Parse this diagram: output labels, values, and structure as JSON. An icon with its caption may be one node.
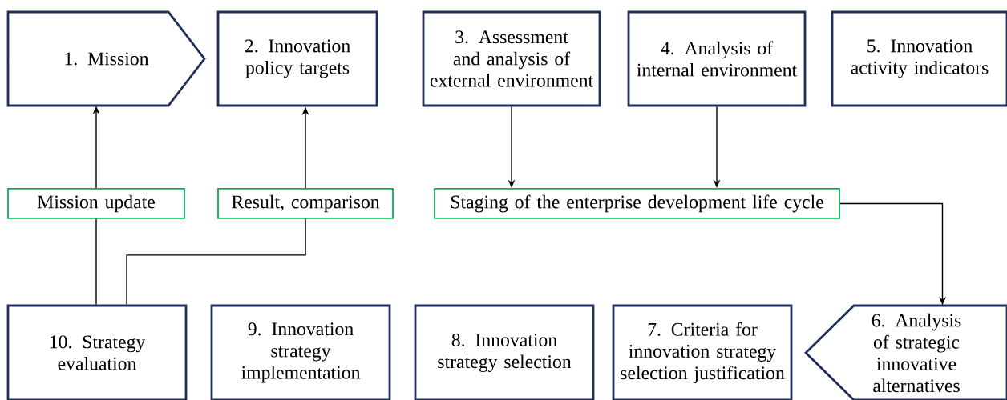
{
  "diagram": {
    "nodes": [
      {
        "text": [
          "1. Mission"
        ]
      },
      {
        "text": [
          "2. Innovation policy targets"
        ]
      },
      {
        "text": [
          "3. Assessment and analysis of external environment"
        ]
      },
      {
        "text": [
          "4. Analysis of internal environment"
        ]
      },
      {
        "text": [
          "5. Innovation activity indicators"
        ]
      },
      {
        "text": [
          "Mission update"
        ]
      },
      {
        "text": [
          "Result, comparison"
        ]
      },
      {
        "text": [
          "Staging of the enterprise development life cycle"
        ]
      },
      {
        "text": [
          "10. Strategy evaluation"
        ]
      },
      {
        "text": [
          "9. Innovation strategy implementation"
        ]
      },
      {
        "text": [
          "8. Innovation strategy selection"
        ]
      },
      {
        "text": [
          "7. Criteria for innovation strategy selection justification"
        ]
      },
      {
        "text": [
          "6. Analysis of strategic innovative alternatives"
        ]
      }
    ],
    "edges": [
      {
        "from": 8,
        "to": 5,
        "arrow": "none"
      },
      {
        "from": 5,
        "to": 0,
        "arrow": "to"
      },
      {
        "from": 8,
        "to": 6,
        "arrow": "none"
      },
      {
        "from": 6,
        "to": 1,
        "arrow": "to"
      },
      {
        "from": 2,
        "to": 7,
        "arrow": "to"
      },
      {
        "from": 3,
        "to": 7,
        "arrow": "to"
      },
      {
        "from": 7,
        "to": 12,
        "arrow": "to"
      }
    ]
  }
}
